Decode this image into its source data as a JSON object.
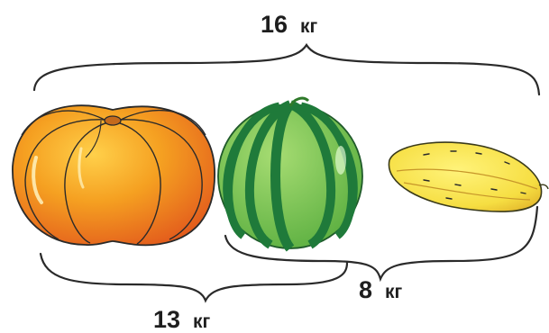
{
  "labels": {
    "total": {
      "value": "16",
      "unit": "кг"
    },
    "pumpkin_and_watermelon": {
      "value": "13",
      "unit": "кг"
    },
    "watermelon_and_melon": {
      "value": "8",
      "unit": "кг"
    }
  },
  "objects": [
    "pumpkin",
    "watermelon",
    "melon"
  ],
  "colors": {
    "pumpkin": "#f39a1c",
    "pumpkin_shade": "#e0581c",
    "watermelon_light": "#7fc65a",
    "watermelon_dark": "#1f7a3a",
    "melon": "#f6e04a",
    "melon_shade": "#e6b52a",
    "brace": "#2a2a2a"
  }
}
